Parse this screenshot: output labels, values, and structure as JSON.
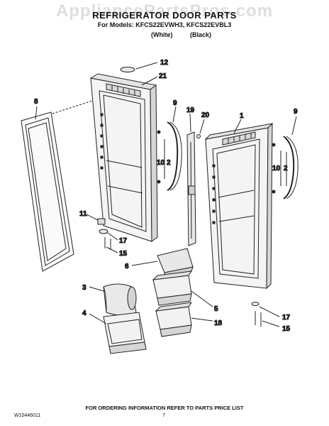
{
  "header": {
    "watermark": "AppliancePartsPros.com",
    "title": "REFRIGERATOR DOOR PARTS",
    "models": "For Models: KFCS22EVWH3, KFCS22EVBL3",
    "variant_white": "(White)",
    "variant_black": "(Black)"
  },
  "callouts": [
    "12",
    "21",
    "8",
    "9",
    "19",
    "20",
    "1",
    "9",
    "10",
    "2",
    "10",
    "2",
    "11",
    "17",
    "15",
    "6",
    "3",
    "5",
    "4",
    "18",
    "17",
    "15"
  ],
  "footer": {
    "note": "FOR ORDERING INFORMATION REFER TO PARTS PRICE LIST",
    "doc_number": "W10446011",
    "page_number": "7"
  },
  "colors": {
    "line": "#222222",
    "fill": "#f4f4f4",
    "shade": "#cfcfcf"
  }
}
